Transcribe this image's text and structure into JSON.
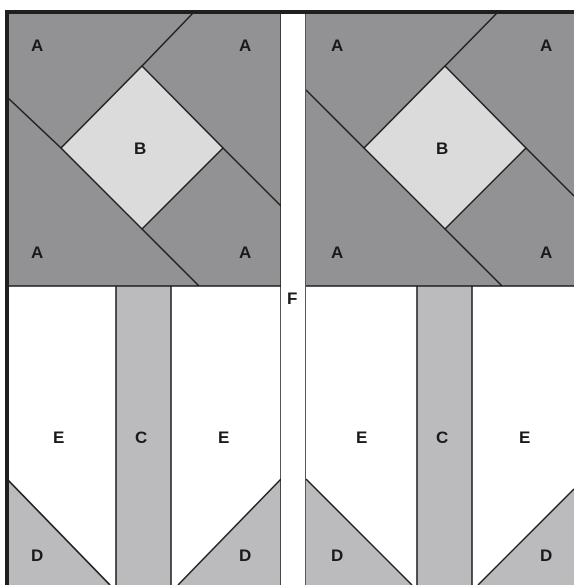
{
  "colors": {
    "a_fill": "#929294",
    "b_fill": "#dbdbdc",
    "c_fill": "#bbbbbe",
    "d_fill": "#bbbbbe",
    "e_fill": "#ffffff",
    "f_fill": "#ffffff",
    "outline": "#1f1f1f"
  },
  "blocks": [
    {
      "labels": {
        "a_tl": "A",
        "a_tr": "A",
        "a_bl": "A",
        "a_br": "A",
        "b": "B",
        "e_left": "E",
        "c": "C",
        "e_right": "E",
        "d_left": "D",
        "d_right": "D"
      }
    },
    {
      "labels": {
        "a_tl": "A",
        "a_tr": "A",
        "a_bl": "A",
        "a_br": "A",
        "b": "B",
        "e_left": "E",
        "c": "C",
        "e_right": "E",
        "d_left": "D",
        "d_right": "D"
      }
    }
  ],
  "sashing": {
    "label": "F"
  }
}
